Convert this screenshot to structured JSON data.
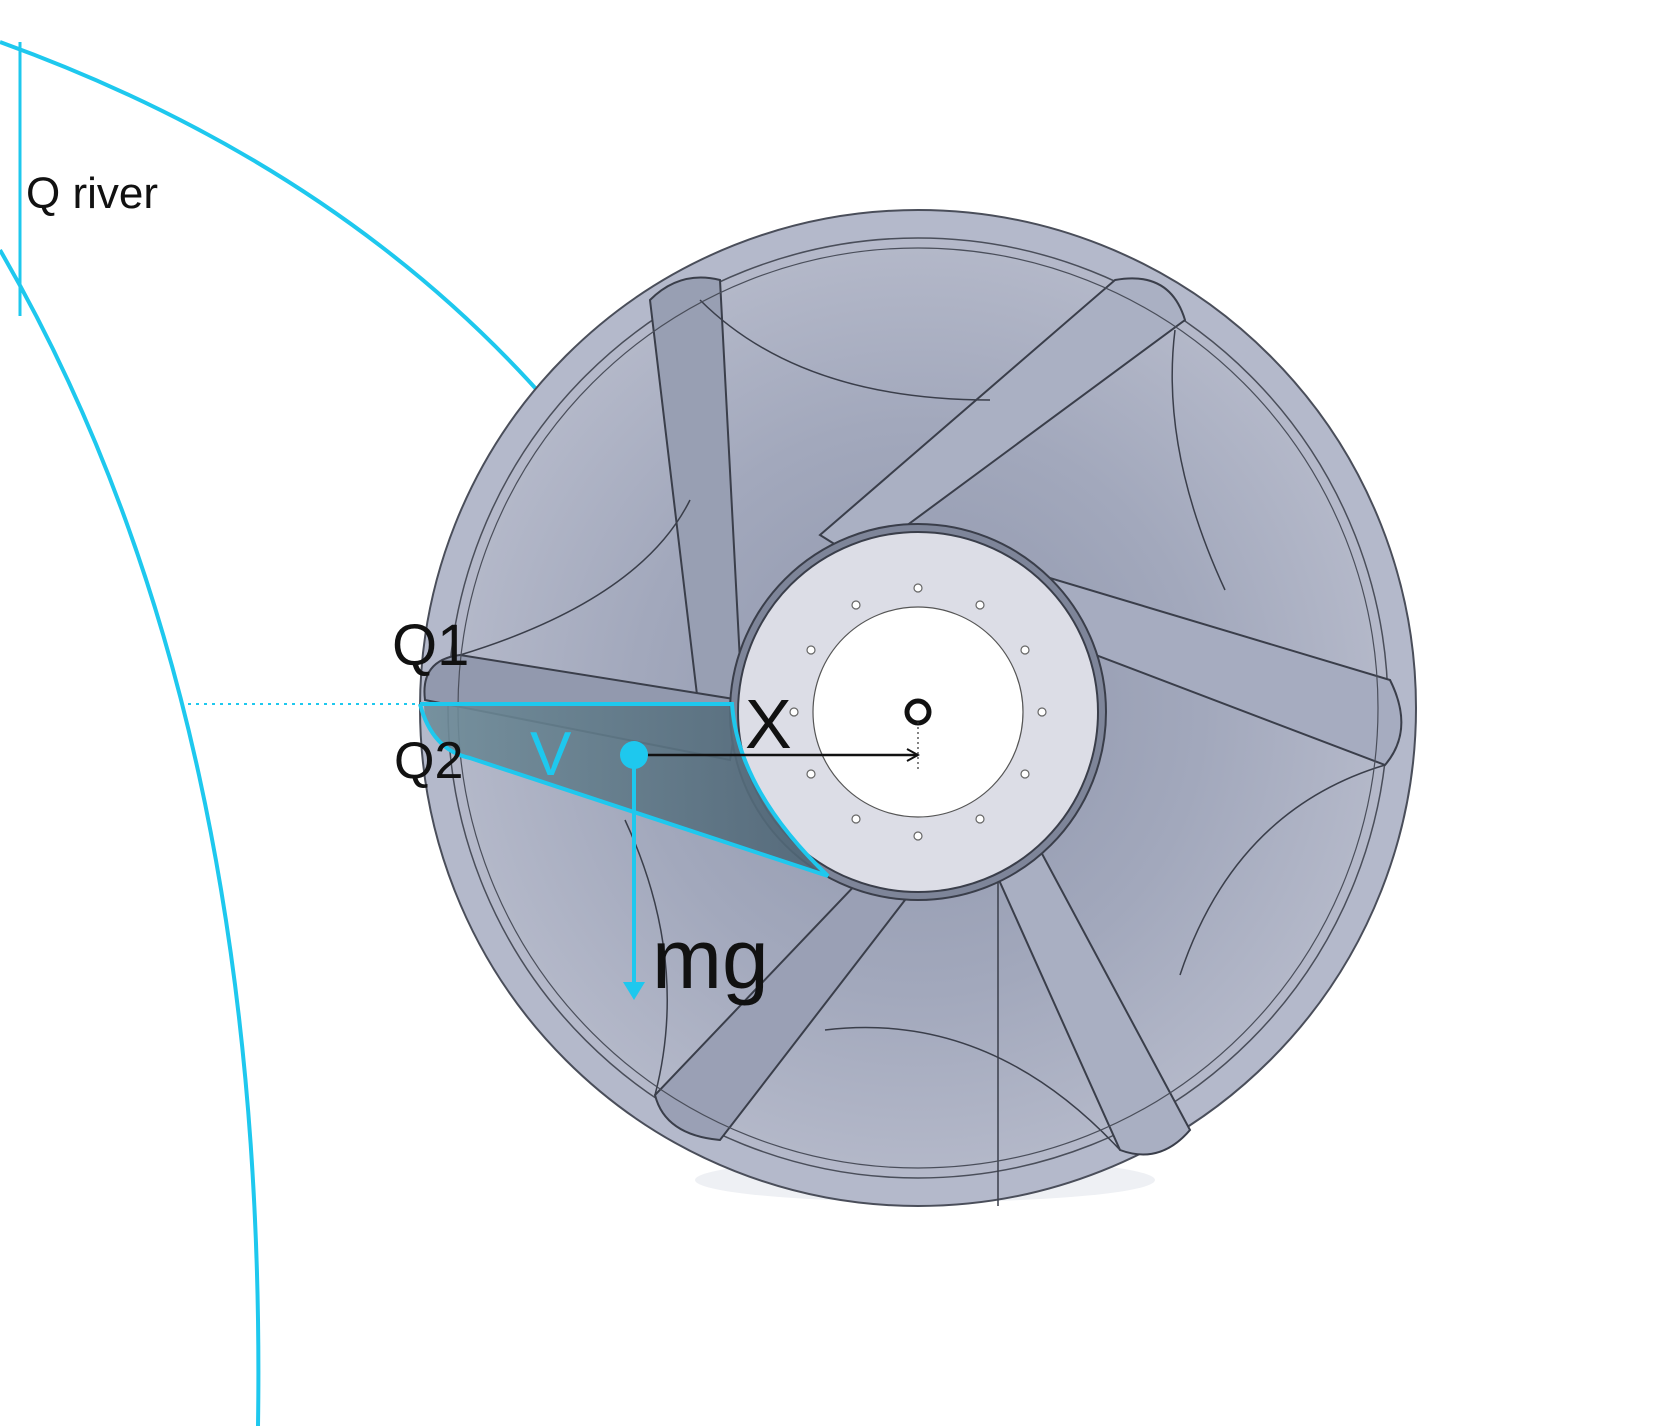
{
  "labels": {
    "q_river": "Q river",
    "q1": "Q1",
    "q2": "Q2",
    "x": "X",
    "v": "V",
    "mg": "mg"
  },
  "colors": {
    "cyan": "#1ec8ee",
    "wheel_face": "#a3a9be",
    "wheel_rim": "#b3b8cb",
    "hub": "#dcdde6",
    "bucket": "#4f6879",
    "ink": "#111111",
    "edge": "#3a3e4a"
  },
  "icons": {
    "center": "axle-center-icon",
    "arrow": "arrow-icon"
  }
}
